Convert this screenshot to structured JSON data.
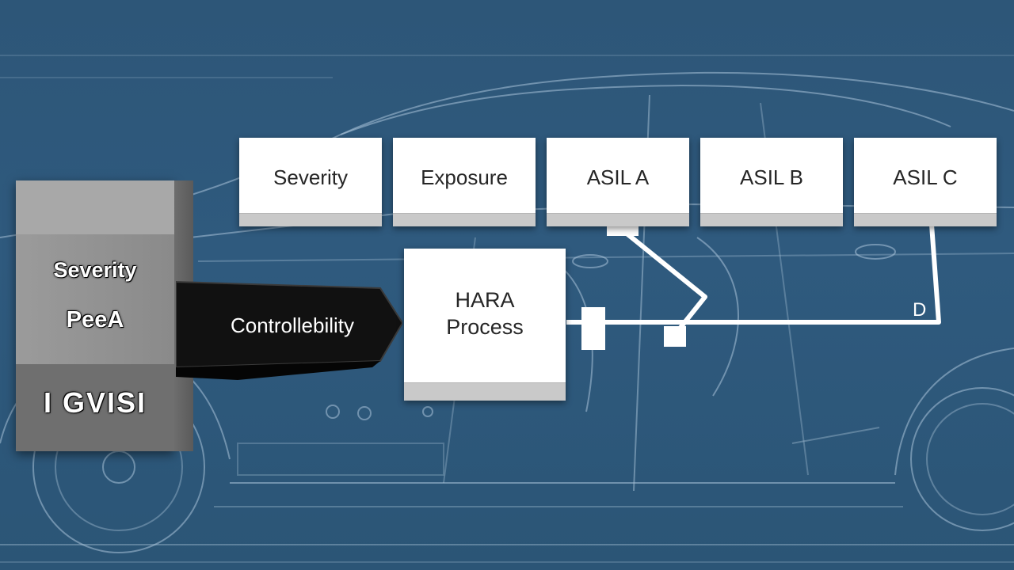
{
  "top_boxes": [
    {
      "label": "Severity"
    },
    {
      "label": "Exposure"
    },
    {
      "label": "ASIL A"
    },
    {
      "label": "ASIL B"
    },
    {
      "label": "ASIL C"
    }
  ],
  "left_block": {
    "line1": "Severity",
    "line2": "PeeA",
    "line3": "I GVISI"
  },
  "controllability": {
    "label": "Controllebility"
  },
  "hara": {
    "label": "HARA\nProcess"
  },
  "d_label": "D",
  "colors": {
    "background": "#2d5678",
    "blueprint_lines": "#a9c3d8",
    "box_fill": "#ffffff",
    "box_footer": "#c9c9c9",
    "connector": "#ffffff",
    "controllability_fill": "#111111"
  }
}
